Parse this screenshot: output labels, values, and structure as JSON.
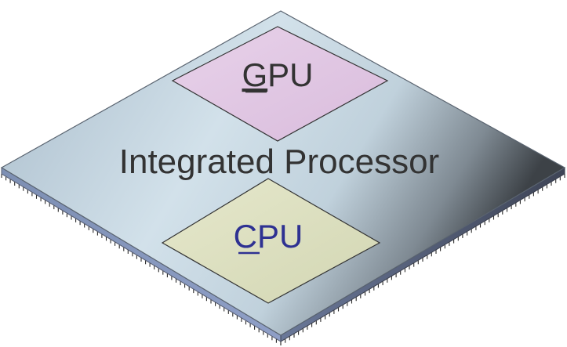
{
  "chip": {
    "label": "Integrated Processor",
    "label_color": "#333333",
    "body_color": "#c3d4de"
  },
  "gpu": {
    "label": "GPU",
    "underlined_letter": "G",
    "rest": "PU",
    "text_color": "#333333",
    "fill_color": "#e3c9e6"
  },
  "cpu": {
    "label": "CPU",
    "underlined_letter": "C",
    "rest": "PU",
    "text_color": "#2e3192",
    "fill_color": "#dfe2c3"
  }
}
